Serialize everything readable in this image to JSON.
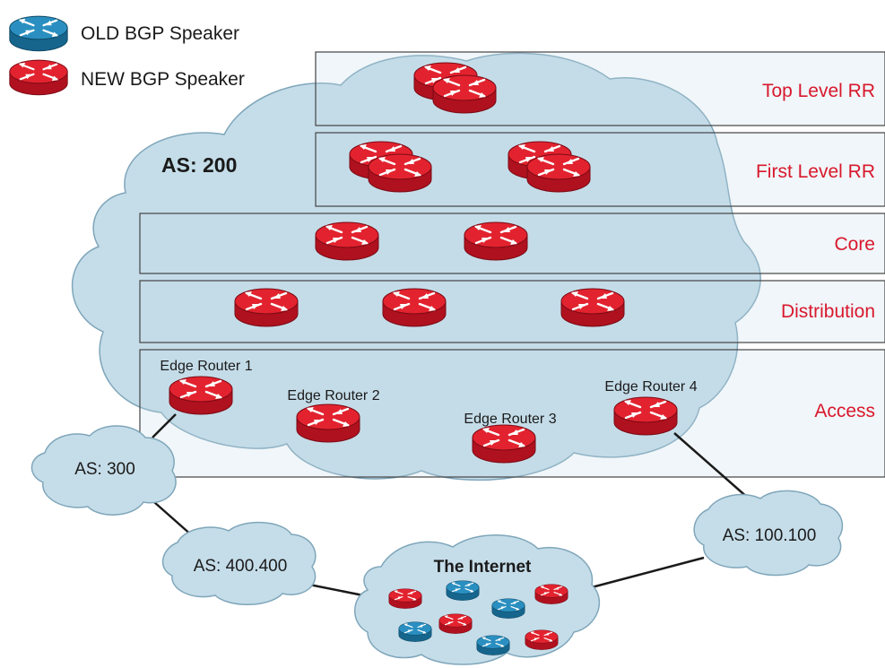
{
  "legend": {
    "old_label": "OLD BGP Speaker",
    "new_label": "NEW BGP Speaker"
  },
  "colors": {
    "new_router": "#d9182d",
    "old_router": "#1f7fb0",
    "tier_label": "#d9182d",
    "cloud_fill": "#c5dde9",
    "cloud_stroke": "#7fa6ba"
  },
  "tiers": {
    "top_rr": "Top Level RR",
    "first_rr": "First Level RR",
    "core": "Core",
    "distribution": "Distribution",
    "access": "Access"
  },
  "main_as": "AS: 200",
  "edge_routers": {
    "r1": "Edge Router 1",
    "r2": "Edge Router 2",
    "r3": "Edge Router 3",
    "r4": "Edge Router 4"
  },
  "neighbor_as": {
    "as300": "AS: 300",
    "as400": "AS: 400.400",
    "as100": "AS: 100.100"
  },
  "internet": {
    "title": "The Internet"
  }
}
